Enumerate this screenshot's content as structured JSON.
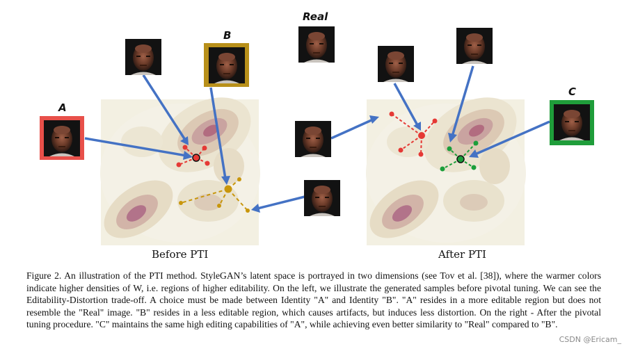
{
  "figure": {
    "labels": {
      "before": "Before PTI",
      "after": "After PTI",
      "real": "Real",
      "a": "A",
      "b": "B",
      "c": "C"
    },
    "colors": {
      "arrow": "#4472c4",
      "red_point": "#e53935",
      "gold_point": "#c8960c",
      "green_point": "#1b9e3a",
      "frame_a": "#e8504a",
      "frame_b": "#b8901a",
      "frame_c": "#1f9d3a"
    }
  },
  "caption": {
    "prefix": "Figure 2.",
    "body": " An illustration of the PTI method. StyleGAN’s latent space is portrayed in two dimensions (see Tov et al. [38]), where the warmer colors indicate higher densities of W, i.e. regions of higher editability. On the left, we illustrate the generated samples before pivotal tuning. We can see the Editability-Distortion trade-off. A choice must be made between Identity \"A\" and Identity \"B\". \"A\" resides in a more editable region but does not resemble the \"Real\" image. \"B\" resides in a less editable region, which causes artifacts, but induces less distortion. On the right - After the pivotal tuning procedure. \"C\" maintains the same high editing capabilities of \"A\", while achieving even better similarity to \"Real\" compared to \"B\"."
  },
  "watermark": "CSDN @Ericam_"
}
